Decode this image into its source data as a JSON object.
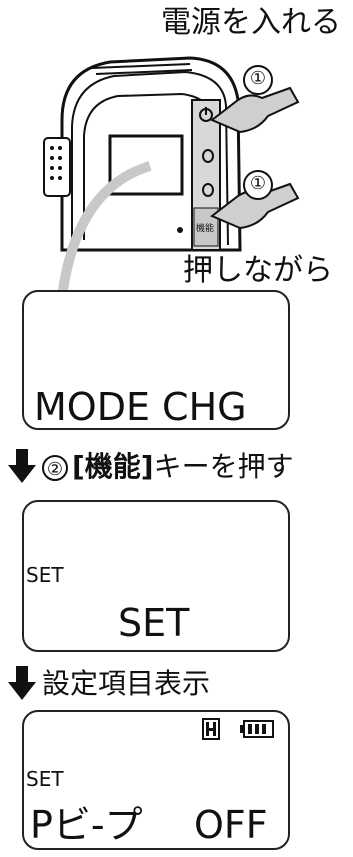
{
  "top_caption": "電源を入れる",
  "device": {
    "badge1": "①",
    "badge2": "①",
    "func_key_label": "機能"
  },
  "hold_caption": "押しながら",
  "screen1": {
    "big": "MODE CHG"
  },
  "step2": {
    "num": "②",
    "key_label": "[機能]",
    "suffix": "キーを押す"
  },
  "screen2": {
    "small": "SET",
    "big": "SET"
  },
  "step3": {
    "label": "設定項目表示"
  },
  "screen3": {
    "status_icons": [
      "h-indicator-icon",
      "battery-icon"
    ],
    "small": "SET",
    "left": "Pビ-プ",
    "right": "OFF"
  }
}
